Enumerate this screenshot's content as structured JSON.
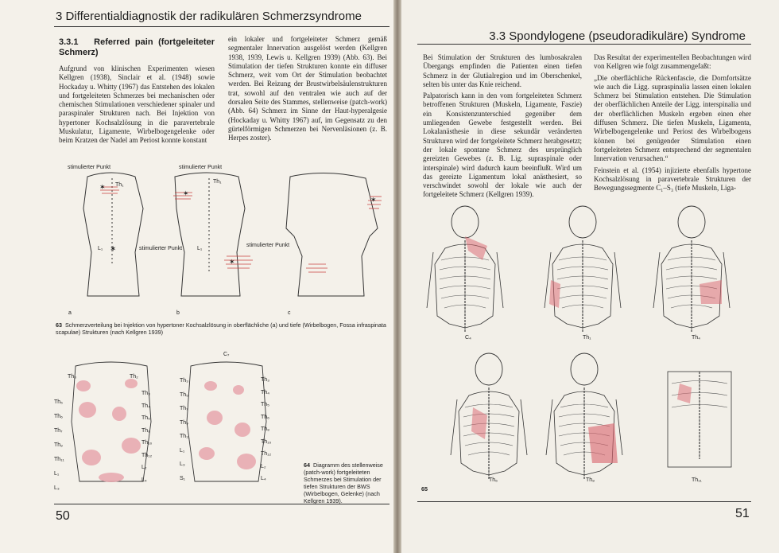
{
  "left_page": {
    "header": "3 Differentialdiagnostik der radikulären Schmerzsyndrome",
    "section_number": "3.3.1",
    "section_title": "Referred pain (fortgeleiteter Schmerz)",
    "col1": "Aufgrund von klinischen Experimenten wiesen Kellgren (1938), Sinclair et al. (1948) sowie Hockaday u. Whitty (1967) das Entstehen des lokalen und fortgeleiteten Schmerzes bei mechanischen oder chemischen Stimulationen verschiedener spinaler und paraspinaler Strukturen nach. Bei Injektion von hypertoner Kochsalzlösung in die paravertebrale Muskulatur, Ligamente, Wirbelbogengelenke oder beim Kratzen der Nadel am Periost konnte konstant",
    "col2": "ein lokaler und fortgeleiteter Schmerz gemäß segmentaler Innervation ausgelöst werden (Kellgren 1938, 1939, Lewis u. Kellgren 1939) (Abb. 63). Bei Stimulation der tiefen Strukturen konnte ein diffuser Schmerz, weit vom Ort der Stimulation beobachtet werden. Bei Reizung der Brustwirbelsäulenstrukturen trat, sowohl auf den ventralen wie auch auf der dorsalen Seite des Stammes, stellenweise (patch-work) (Abb. 64) Schmerz im Sinne der Haut-hyperalgesie (Hockaday u. Whitty 1967) auf, im Gegensatz zu den gürtelförmigen Schmerzen bei Nervenläsionen (z. B. Herpes zoster).",
    "fig63": {
      "stim1": "stimulierter Punkt",
      "stim2": "stimulierter Punkt",
      "stim3": "stimulierter Punkt",
      "stim4": "stimulierter Punkt",
      "th1a": "Th₁",
      "th1b": "Th₁",
      "l1a": "L₁",
      "l1b": "L₁",
      "a": "a",
      "b": "b",
      "c": "c",
      "caption_num": "63",
      "caption": "Schmerzverteilung bei Injektion von hypertoner Kochsalzlösung in oberflächliche (a) und tiefe (Wirbelbogen, Fossa infraspinata scapulae) Strukturen (nach Kellgren 1939)"
    },
    "fig64": {
      "left_labels_a": [
        "Th₅",
        "Th₆",
        "Th₇",
        "Th₉",
        "Th₁₁",
        "L₁",
        "L₃"
      ],
      "right_labels_a": [
        "Th₃",
        "Th₄",
        "Th₅",
        "Th₈",
        "Th₁₀",
        "Th₁₂",
        "L₂",
        "L₄"
      ],
      "top_a": [
        "Th₃",
        "Th₂"
      ],
      "left_labels_b": [
        "Th₃",
        "Th₅",
        "Th₇",
        "Th₉",
        "Th₁₁",
        "L₁",
        "L₃",
        "S₁"
      ],
      "right_labels_b": [
        "Th₃",
        "Th₄",
        "Th₅",
        "Th₆",
        "Th₈",
        "Th₁₀",
        "Th₁₂",
        "L₂",
        "L₄"
      ],
      "top_b": "C₇",
      "caption_num": "64",
      "caption": "Diagramm des stellenweise (patch-work) fortgeleiteten Schmerzes bei Stimulation der tiefen Strukturen der BWS (Wirbelbogen, Gelenke) (nach Kellgren 1939)."
    },
    "page_number": "50"
  },
  "right_page": {
    "header": "3.3 Spondylogene (pseudoradikuläre) Syndrome",
    "col1": [
      "Bei Stimulation der Strukturen des lumbosakralen Übergangs empfinden die Patienten einen tiefen Schmerz in der Glutäalregion und im Oberschenkel, selten bis unter das Knie reichend.",
      "Palpatorisch kann in den vom fortgeleiteten Schmerz betroffenen Strukturen (Muskeln, Ligamente, Faszie) ein Konsistenzunterschied gegenüber dem umliegenden Gewebe festgestellt werden. Bei Lokalanästhesie in diese sekundär veränderten Strukturen wird der fortgeleitete Schmerz herabgesetzt; der lokale spontane Schmerz des ursprünglich gereizten Gewebes (z. B. Lig. supraspinale oder interspinale) wird dadurch kaum beeinflußt. Wird um das gereizte Ligamentum lokal anästhesiert, so verschwindet sowohl der lokale wie auch der fortgeleitete Schmerz (Kellgren 1939)."
    ],
    "col2": [
      "Das Resultat der experimentellen Beobachtungen wird von Kellgren wie folgt zusammengefaßt:",
      "„Die oberflächliche Rückenfascie, die Dornfortsätze wie auch die Ligg. supraspinalia lassen einen lokalen Schmerz bei Stimulation entstehen. Die Stimulation der oberflächlichen Anteile der Ligg. interspinalia und der oberflächlichen Muskeln ergeben einen eher diffusen Schmerz. Die tiefen Muskeln, Ligamenta, Wirbelbogengelenke und Periost des Wirbelbogens können bei genügender Stimulation einen fortgeleiteten Schmerz entsprechend der segmentalen Innervation verursachen.“",
      "Feinstein et al. (1954) injizierte ebenfalls hypertone Kochsalzlösung in paravertebrale Strukturen der Bewegungssegmente C₁–S₃ (tiefe Muskeln, Liga-"
    ],
    "fig65": {
      "labels": [
        "C₄",
        "Th₁",
        "Th₄",
        "Th₆",
        "Th₈",
        "Th₁₁"
      ],
      "caption_num": "65"
    },
    "page_number": "51"
  }
}
